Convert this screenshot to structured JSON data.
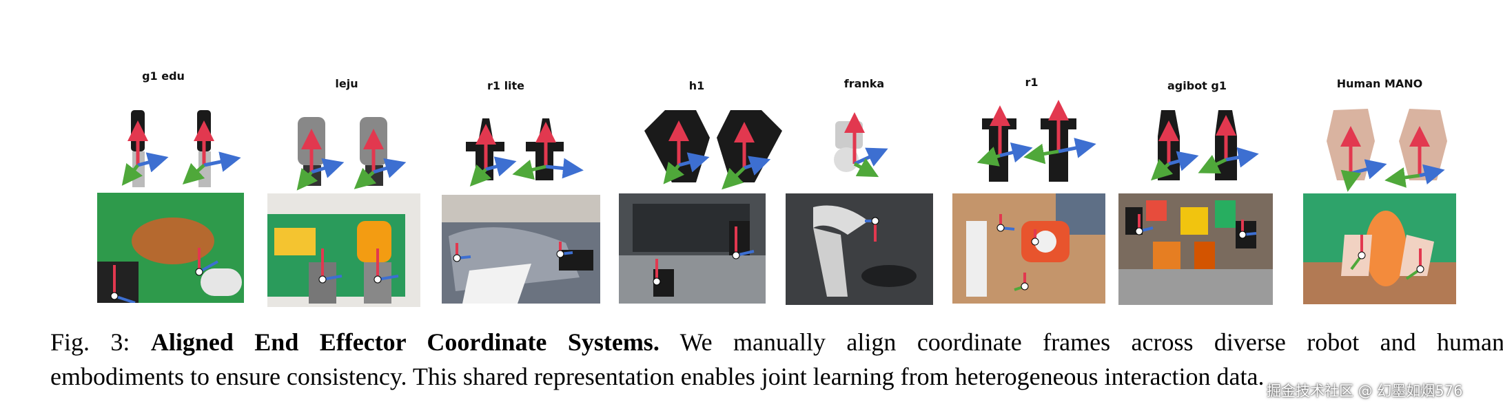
{
  "panels": [
    {
      "label": "g1 edu"
    },
    {
      "label": "leju"
    },
    {
      "label": "r1 lite"
    },
    {
      "label": "h1"
    },
    {
      "label": "franka"
    },
    {
      "label": "r1"
    },
    {
      "label": "agibot g1"
    },
    {
      "label": "Human MANO"
    }
  ],
  "caption": {
    "fig_label": "Fig. 3:",
    "title": "Aligned End Effector Coordinate Systems.",
    "line1_rest": "We manually align coordinate frames across diverse robot and human",
    "line2": "embodiments to ensure consistency. This shared representation enables joint learning from heterogeneous interaction data."
  },
  "watermark": "掘金技术社区 @ 幻墨如烟576",
  "colors": {
    "axis_up": "#e2384f",
    "axis_side": "#3d6fd1",
    "axis_fwd": "#4fa83a",
    "robot_body": "#1a1a1a"
  }
}
